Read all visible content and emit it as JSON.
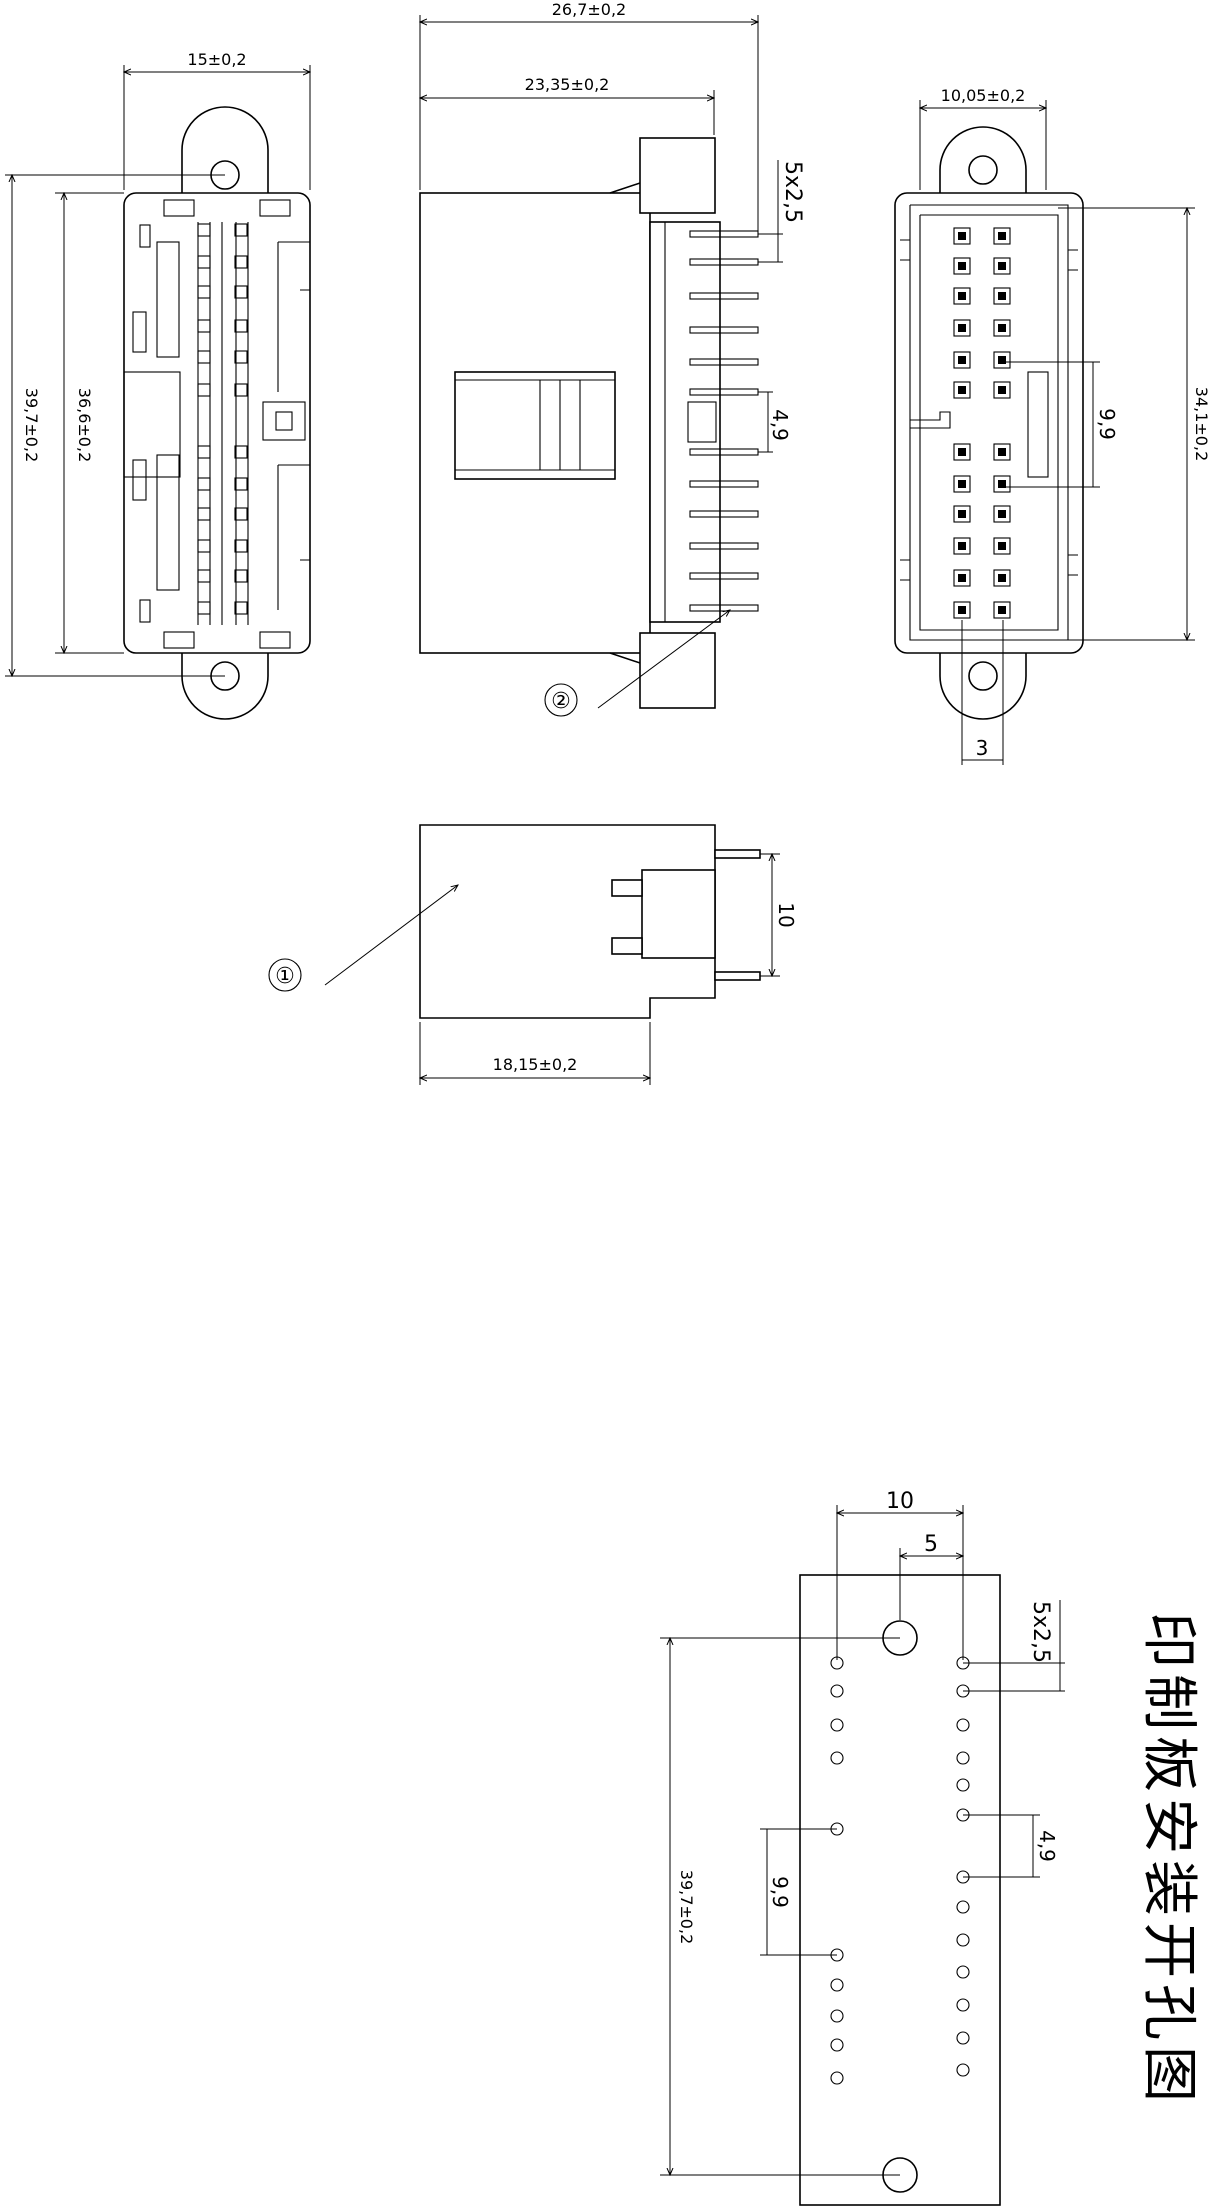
{
  "front_view": {
    "width_dim": "15±0,2",
    "height_outer_dim": "39,7±0,2",
    "height_inner_dim": "36,6±0,2"
  },
  "side_view": {
    "overall_length_dim": "26,7±0,2",
    "body_length_dim": "23,35±0,2",
    "pin_pitch_dim": "5x2,5",
    "gap_dim": "4,9",
    "callout": "②"
  },
  "rear_view": {
    "width_dim": "10,05±0,2",
    "height_dim": "34,1±0,2",
    "gap_dim": "9,9",
    "pitch_dim": "3"
  },
  "top_view": {
    "pin_span_dim": "10",
    "length_dim": "18,15±0,2",
    "callout": "①"
  },
  "pcb_layout": {
    "title": "印制板安装开孔图",
    "row_spacing_dim": "10",
    "offset_dim": "5",
    "pitch_dim": "5x2,5",
    "height_dim": "39,7±0,2",
    "left_gap_dim": "9,9",
    "right_gap_dim": "4,9"
  }
}
